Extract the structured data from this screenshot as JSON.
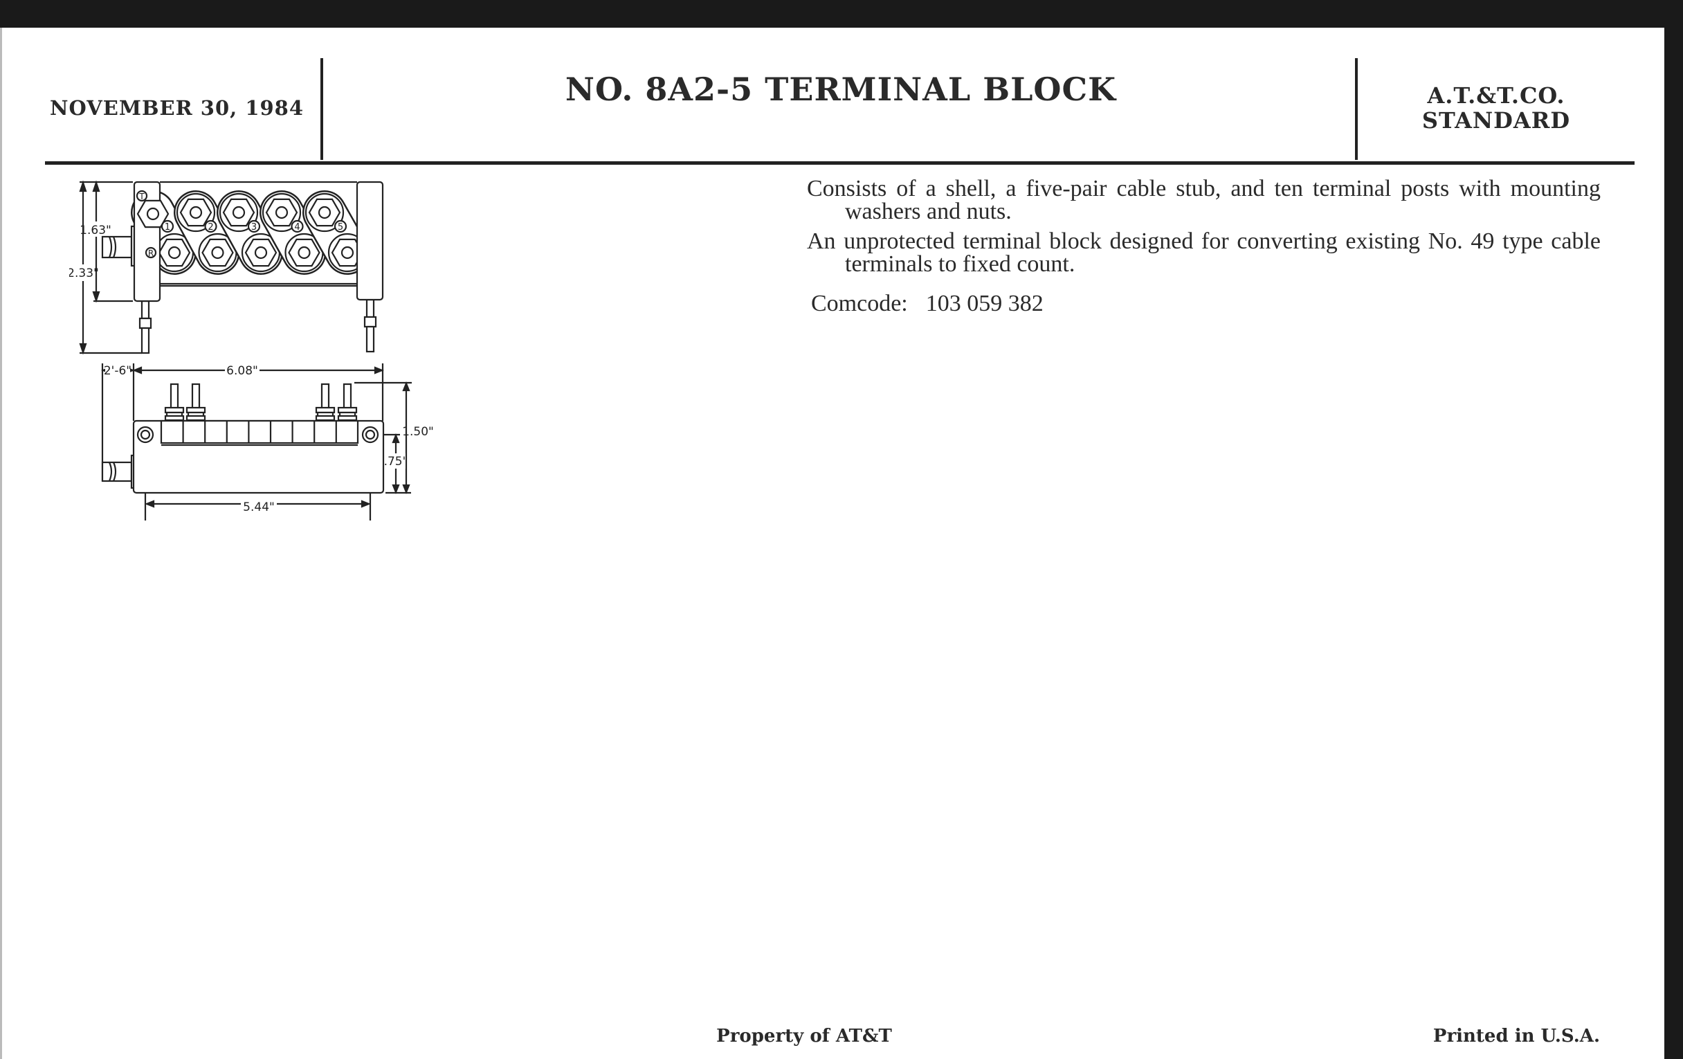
{
  "header": {
    "date": "NOVEMBER 30, 1984",
    "title": "NO. 8A2-5 TERMINAL BLOCK",
    "standard_line1": "A.T.&T.CO.",
    "standard_line2": "STANDARD"
  },
  "description": {
    "paragraphs": [
      "Consists of a shell, a five-pair cable stub, and ten terminal posts with mounting washers and nuts.",
      "An unprotected terminal block designed for converting existing No. 49 type cable terminals to fixed count."
    ],
    "comcode_label": "Comcode:",
    "comcode_value": "103 059 382"
  },
  "drawing": {
    "top_view": {
      "tip_label": "T",
      "ring_label": "R",
      "pair_labels": [
        "1",
        "2",
        "3",
        "4",
        "5"
      ],
      "dim_overall_height": "2.33\"",
      "dim_body_height": "1.63\""
    },
    "side_view": {
      "dim_stub": "2'-6\"",
      "dim_length": "6.08\"",
      "dim_mounting": "5.44\"",
      "dim_height": "1.50\"",
      "dim_mount_height": ".75\""
    }
  },
  "footer": {
    "property": "Property of AT&T",
    "printed": "Printed in U.S.A."
  }
}
